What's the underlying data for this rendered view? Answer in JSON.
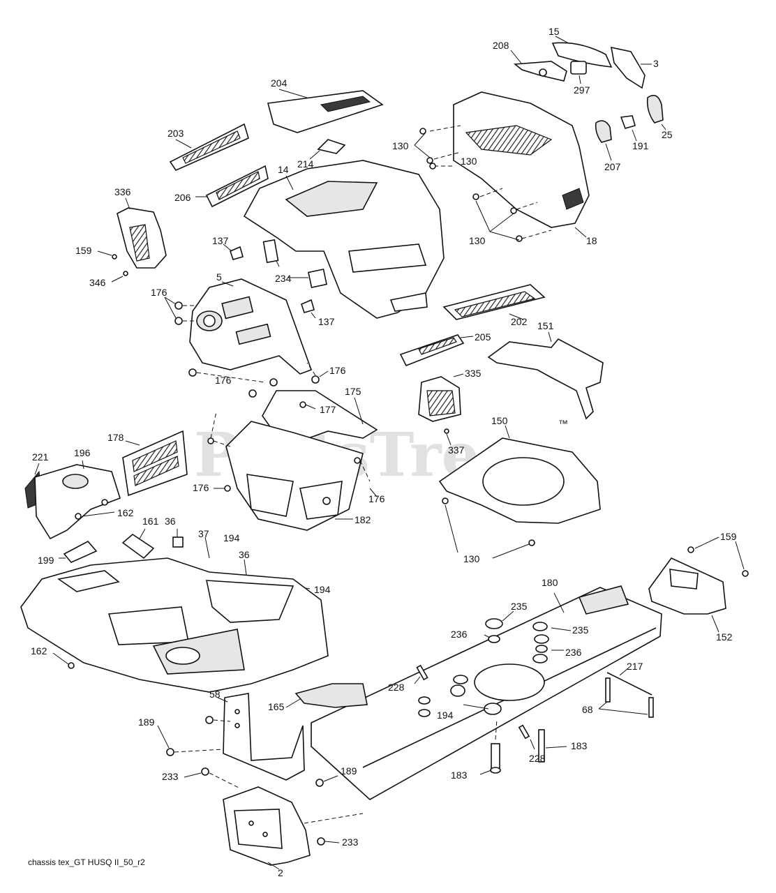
{
  "watermark": {
    "text": "PartsTree",
    "mark": "™"
  },
  "caption": "chassis tex_GT HUSQ II_50_r2",
  "callouts": {
    "c15": "15",
    "c208": "208",
    "c3": "3",
    "c297": "297",
    "c25": "25",
    "c204": "204",
    "c191": "191",
    "c207": "207",
    "c203": "203",
    "c130a": "130",
    "c130b": "130",
    "c130c": "130",
    "c130d": "130",
    "c214": "214",
    "c14": "14",
    "c206": "206",
    "c336": "336",
    "c18": "18",
    "c137a": "137",
    "c137b": "137",
    "c159a": "159",
    "c346": "346",
    "c234": "234",
    "c5": "5",
    "c176a": "176",
    "c176b": "176",
    "c176c": "176",
    "c176d": "176",
    "c176e": "176",
    "c202": "202",
    "c205": "205",
    "c151": "151",
    "c335": "335",
    "c175": "175",
    "c177": "177",
    "c178": "178",
    "c150": "150",
    "c337": "337",
    "c221": "221",
    "c196": "196",
    "c162a": "162",
    "c162b": "162",
    "c182": "182",
    "c36a": "36",
    "c36b": "36",
    "c37": "37",
    "c161": "161",
    "c194a": "194",
    "c194b": "194",
    "c194c": "194",
    "c199": "199",
    "c159b": "159",
    "c180": "180",
    "c152": "152",
    "c235a": "235",
    "c235b": "235",
    "c236a": "236",
    "c236b": "236",
    "c217": "217",
    "c228a": "228",
    "c228b": "228",
    "c58": "58",
    "c165": "165",
    "c68": "68",
    "c189a": "189",
    "c189b": "189",
    "c183a": "183",
    "c183b": "183",
    "c233a": "233",
    "c233b": "233",
    "c2": "2"
  }
}
